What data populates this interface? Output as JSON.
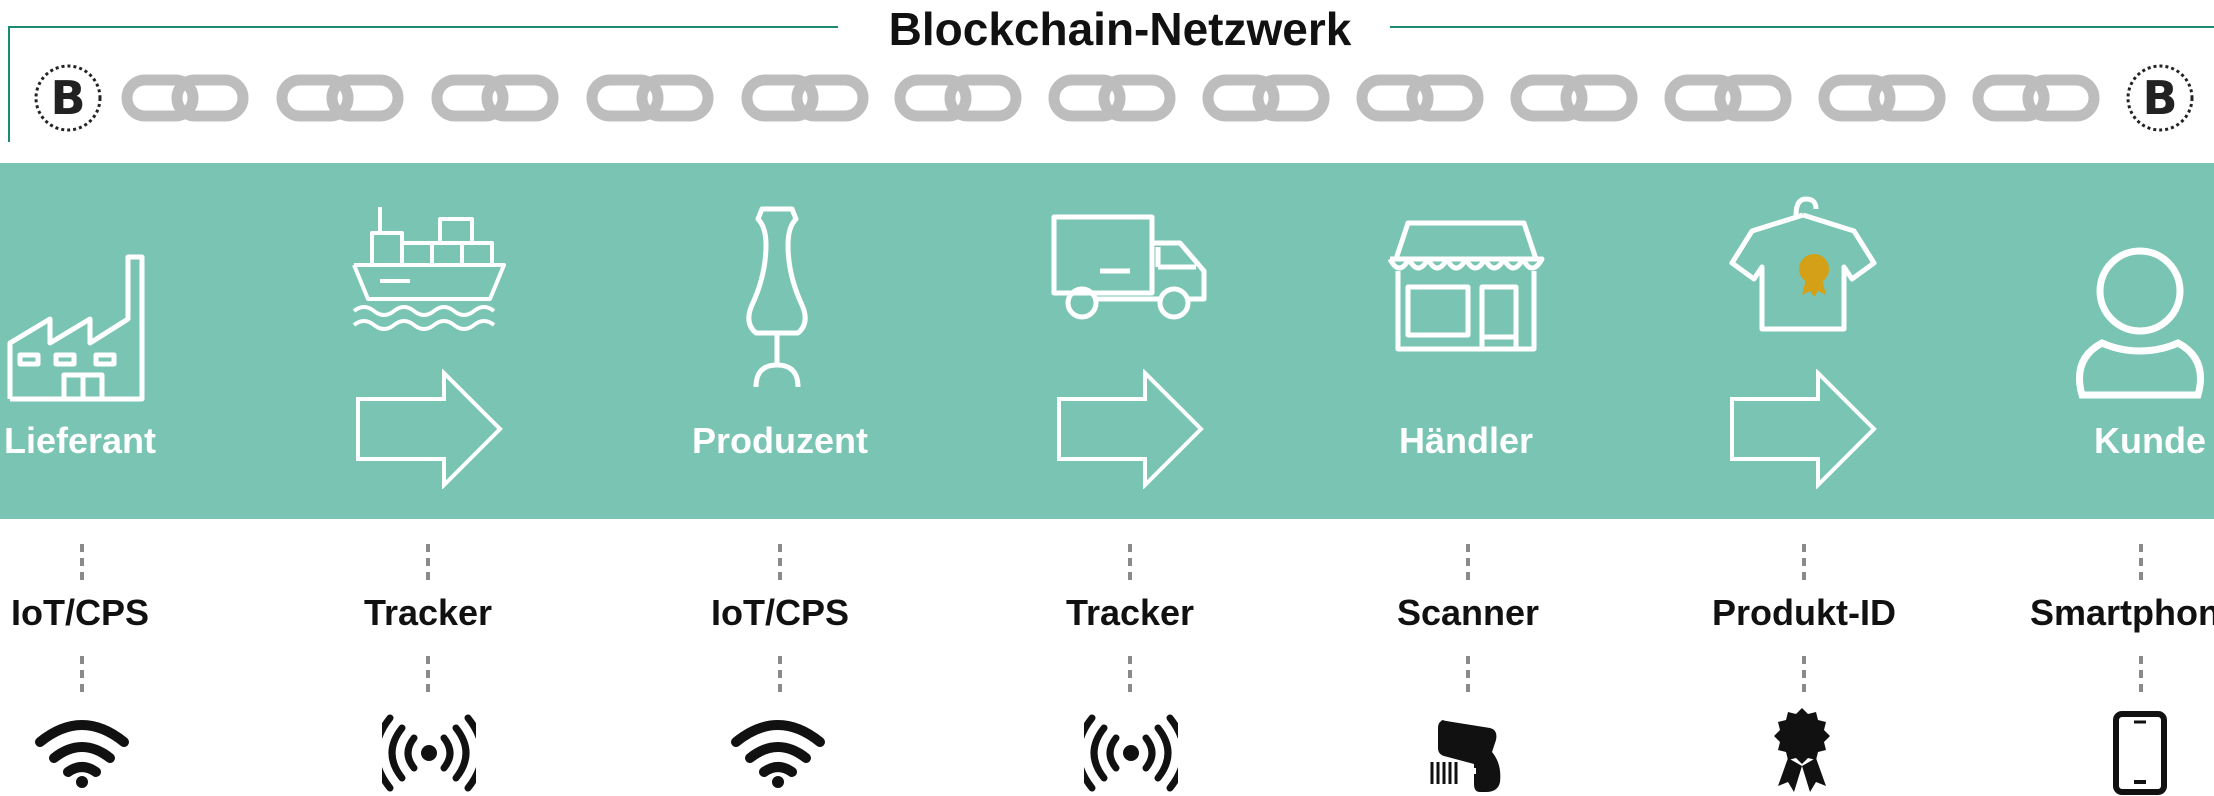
{
  "title": "Blockchain-Netzwerk",
  "colors": {
    "band": "#79c4b3",
    "title_line": "#1a8a72",
    "badge": "#d4a017"
  },
  "actors": [
    {
      "label": "Lieferant",
      "icon": "factory-icon"
    },
    {
      "label": "Produzent",
      "icon": "mannequin-icon"
    },
    {
      "label": "Händler",
      "icon": "store-icon"
    },
    {
      "label": "Kunde",
      "icon": "person-icon"
    }
  ],
  "transfers": [
    {
      "icon": "ship-icon"
    },
    {
      "icon": "truck-icon"
    },
    {
      "icon": "shirt-badge-icon"
    }
  ],
  "devices": [
    {
      "label": "IoT/CPS",
      "icon": "wifi-icon"
    },
    {
      "label": "Tracker",
      "icon": "broadcast-icon"
    },
    {
      "label": "IoT/CPS",
      "icon": "wifi-icon"
    },
    {
      "label": "Tracker",
      "icon": "broadcast-icon"
    },
    {
      "label": "Scanner",
      "icon": "barcode-scanner-icon"
    },
    {
      "label": "Produkt-ID",
      "icon": "badge-icon"
    },
    {
      "label": "Smartphone",
      "icon": "smartphone-icon"
    }
  ]
}
